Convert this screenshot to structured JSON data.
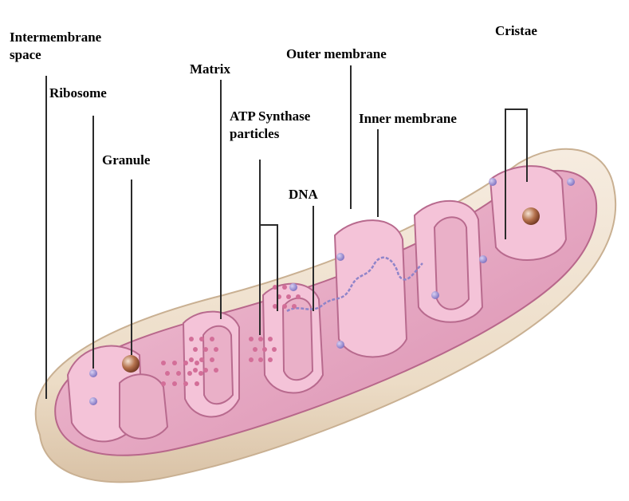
{
  "diagram": {
    "labels": {
      "intermembrane_space_line1": "Intermembrane",
      "intermembrane_space_line2": "space",
      "ribosome": "Ribosome",
      "granule": "Granule",
      "matrix": "Matrix",
      "outer_membrane": "Outer membrane",
      "atp_synthase_line1": "ATP Synthase",
      "atp_synthase_line2": "particles",
      "inner_membrane": "Inner membrane",
      "dna": "DNA",
      "cristae": "Cristae"
    },
    "colors": {
      "outer_membrane": "#efe1cf",
      "inner_shell": "#e6a6c1",
      "cristae_fold": "#f1bdd3",
      "cristae_shadow": "#c07896",
      "particle": "#9a8ed0",
      "granule": "#9e5a3a",
      "leader_line": "#2b2b2b"
    }
  }
}
